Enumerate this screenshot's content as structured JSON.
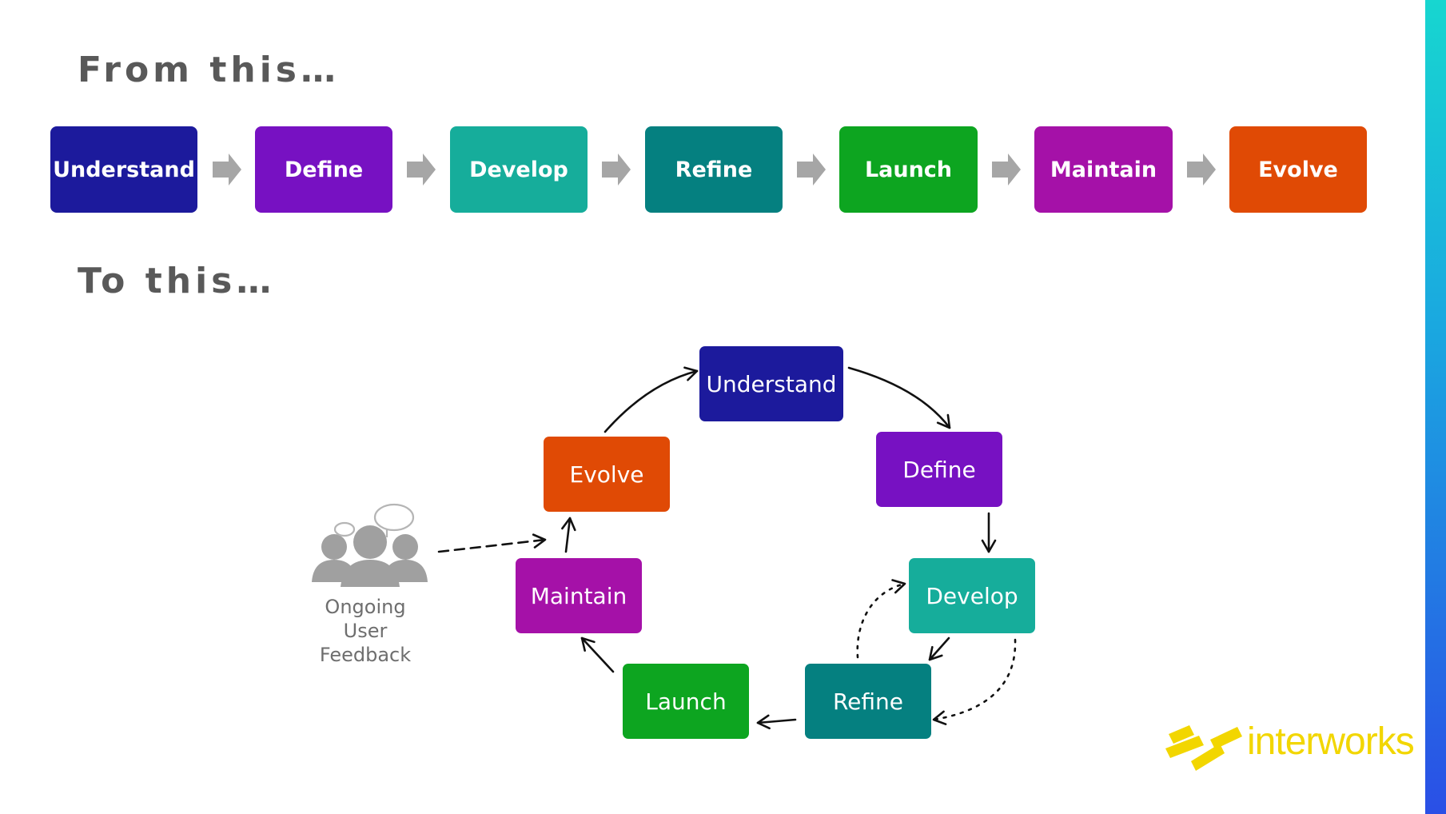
{
  "headings": {
    "from": "From this…",
    "to": "To this…"
  },
  "linear_flow": [
    {
      "label": "Understand",
      "color": "#1c1a9c"
    },
    {
      "label": "Define",
      "color": "#7711c2"
    },
    {
      "label": "Develop",
      "color": "#16ad9b"
    },
    {
      "label": "Refine",
      "color": "#058080"
    },
    {
      "label": "Launch",
      "color": "#0da520"
    },
    {
      "label": "Maintain",
      "color": "#a511a8"
    },
    {
      "label": "Evolve",
      "color": "#e04a05"
    }
  ],
  "cycle": {
    "understand": "Understand",
    "define": "Define",
    "develop": "Develop",
    "refine": "Refine",
    "launch": "Launch",
    "maintain": "Maintain",
    "evolve": "Evolve"
  },
  "feedback": {
    "label": "Ongoing User Feedback",
    "icon": "user-group-chat-icon"
  },
  "brand": {
    "name": "interworks",
    "logo_color": "#f2d600"
  },
  "colors": {
    "connector_arrow": "#a6a6a6",
    "heading": "#595959",
    "accent_bar_top": "#17d6d0",
    "accent_bar_bottom": "#2a4fe6"
  }
}
